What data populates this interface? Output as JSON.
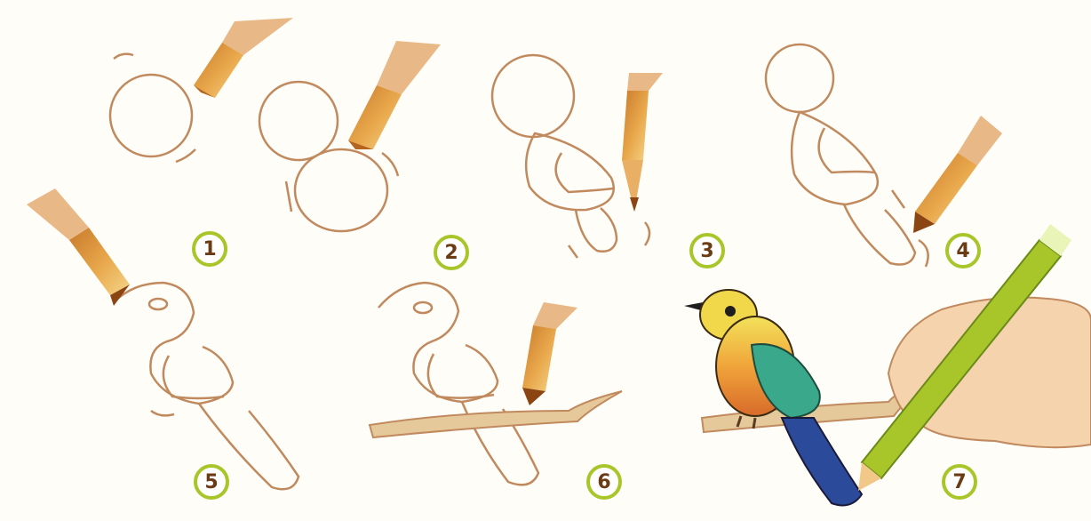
{
  "steps": [
    {
      "number": "1"
    },
    {
      "number": "2"
    },
    {
      "number": "3"
    },
    {
      "number": "4"
    },
    {
      "number": "5"
    },
    {
      "number": "6"
    },
    {
      "number": "7"
    }
  ],
  "colors": {
    "outline": "#b8845a",
    "badge_ring": "#a8c62a",
    "badge_text": "#6b3b14",
    "pencil_wood": "#e8b85a",
    "pencil_lead": "#b5651d",
    "branch": "#e6c99a"
  },
  "icons": [
    "pencil-icon",
    "hand-icon",
    "arrow-icon"
  ]
}
